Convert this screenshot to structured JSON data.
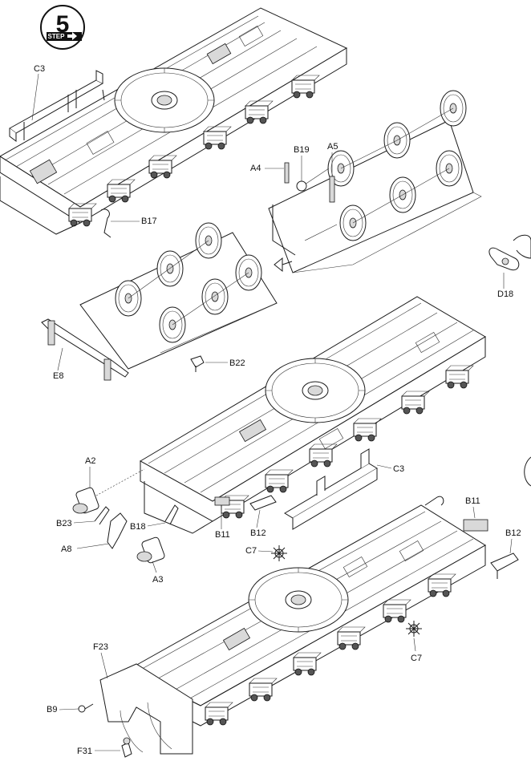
{
  "step": {
    "number": "5",
    "word": "STEP"
  },
  "callouts": {
    "C3_top": "C3",
    "B17": "B17",
    "B19": "B19",
    "A5": "A5",
    "A4": "A4",
    "D18": "D18",
    "E8": "E8",
    "B22": "B22",
    "A2": "A2",
    "C3_mid": "C3",
    "B23": "B23",
    "B18": "B18",
    "A8": "A8",
    "A3": "A3",
    "B11_mid": "B11",
    "B12_mid": "B12",
    "C7_mid": "C7",
    "B11_right": "B11",
    "B12_right": "B12",
    "C7_low": "C7",
    "F23": "F23",
    "B9": "B9",
    "F31": "F31"
  }
}
